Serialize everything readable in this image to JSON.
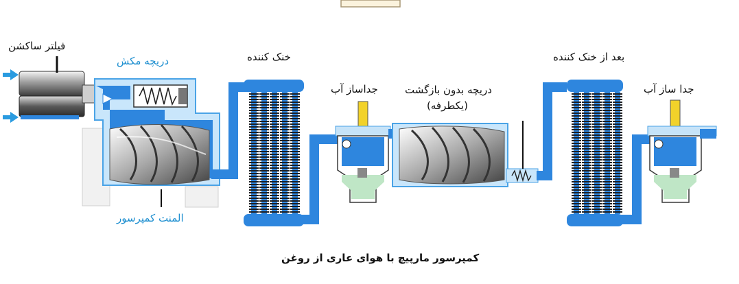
{
  "labels": {
    "suction_filter": "فیلتر ساکشن",
    "suction_valve": "دریچه مکش",
    "compressor_element": "المنت کمپرسور",
    "cooler": "خنک کننده",
    "water_separator_1": "جداساز آب",
    "check_valve_line1": "دریچه بدون بازگشت",
    "check_valve_line2": "(یکطرفه)",
    "after_cooler": "بعد از خنک کننده",
    "water_separator_2": "جدا ساز آب",
    "caption": "کمپرسور مارپیچ با هوای عاری از روغن"
  },
  "colors": {
    "blue_fill": "#2e86de",
    "light_blue": "#9fd0f3",
    "light_blue_dark": "#4aa3e6",
    "label_blue": "#1e8fd0",
    "coil_dark": "#1d1f23",
    "water_green": "#bfe6c6",
    "indicator_yellow": "#f2d22a"
  },
  "icons": [
    "arrow-right-icon",
    "spring-icon",
    "screw-rotor-icon",
    "coil-icon"
  ]
}
